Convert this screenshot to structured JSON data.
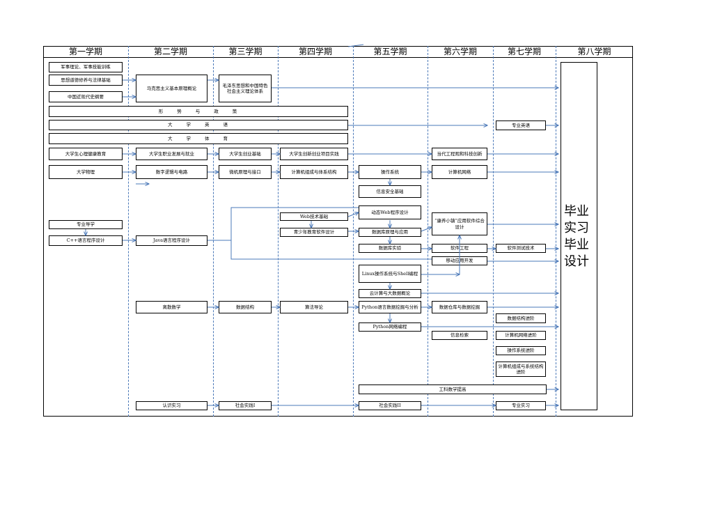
{
  "semesters": [
    "第一学期",
    "第二学期",
    "第三学期",
    "第四学期",
    "第五学期",
    "第六学期",
    "第七学期",
    "第八学期"
  ],
  "courses": {
    "military": "军事理论、军事技能训练",
    "ethics_law": "思想道德修养与法律基础",
    "modern_history": "中国近现代史纲要",
    "marxism": "马克思主义基本原理概论",
    "mao_theory": "毛泽东思想和中国特色社会主义理论体系",
    "situation_policy": "形势与政策",
    "college_english": "大学英语",
    "professional_english": "专业英语",
    "pe": "大学体育",
    "psych": "大学生心理健康教育",
    "career": "大学生职业发展与就业",
    "entrepreneurship_basic": "大学生创业基础",
    "innovation_project": "大学生创新创业项目实践",
    "contemporary_eng": "当代工程观和科技创新",
    "physics": "大学物理",
    "digital_logic": "数字逻辑与电路",
    "microcomputer": "微机原理与接口",
    "architecture": "计算机组成与体系结构",
    "os": "操作系统",
    "networks": "计算机网络",
    "infosec": "信息安全基础",
    "dynamic_web": "动态Web程序设计",
    "web_basic": "Web技术基础",
    "youth_edu_sw": "青少年教育软件设计",
    "kangyang": "“康养小镇”应用软件综合设计",
    "db_principles": "数据库原理与应用",
    "intro_major": "专业导学",
    "cpp": "C++语言程序设计",
    "java": "Java语言程序设计",
    "db_lab": "数据库实验",
    "sw_eng": "软件工程",
    "sw_testing": "软件测试技术",
    "mobile_dev": "移动应用开发",
    "linux": "Linux操作系统与Shell编程",
    "cloud_bigdata": "云计算与大数据概论",
    "discrete_math": "离散数学",
    "data_structures": "数据结构",
    "algorithms": "算法导论",
    "python_mining": "Python语言数据挖掘与分析",
    "dw_mining": "数据仓库与数据挖掘",
    "ds_adv": "数据结构进阶",
    "python_net": "Python网络编程",
    "info_retrieval": "信息检索",
    "net_adv": "计算机网络进阶",
    "os_adv": "操作系统进阶",
    "arch_adv": "计算机组成与系统结构进阶",
    "eng_math": "工科数学提高",
    "cognitive_intern": "认识实习",
    "social_practice_1": "社会实践I",
    "social_practice_2": "社会实践II",
    "professional_intern": "专业实习",
    "graduation": "毕业实习毕业设计"
  },
  "colors": {
    "arrow": "#4a78b8",
    "border": "#000000",
    "separator": "#4a78b8"
  }
}
